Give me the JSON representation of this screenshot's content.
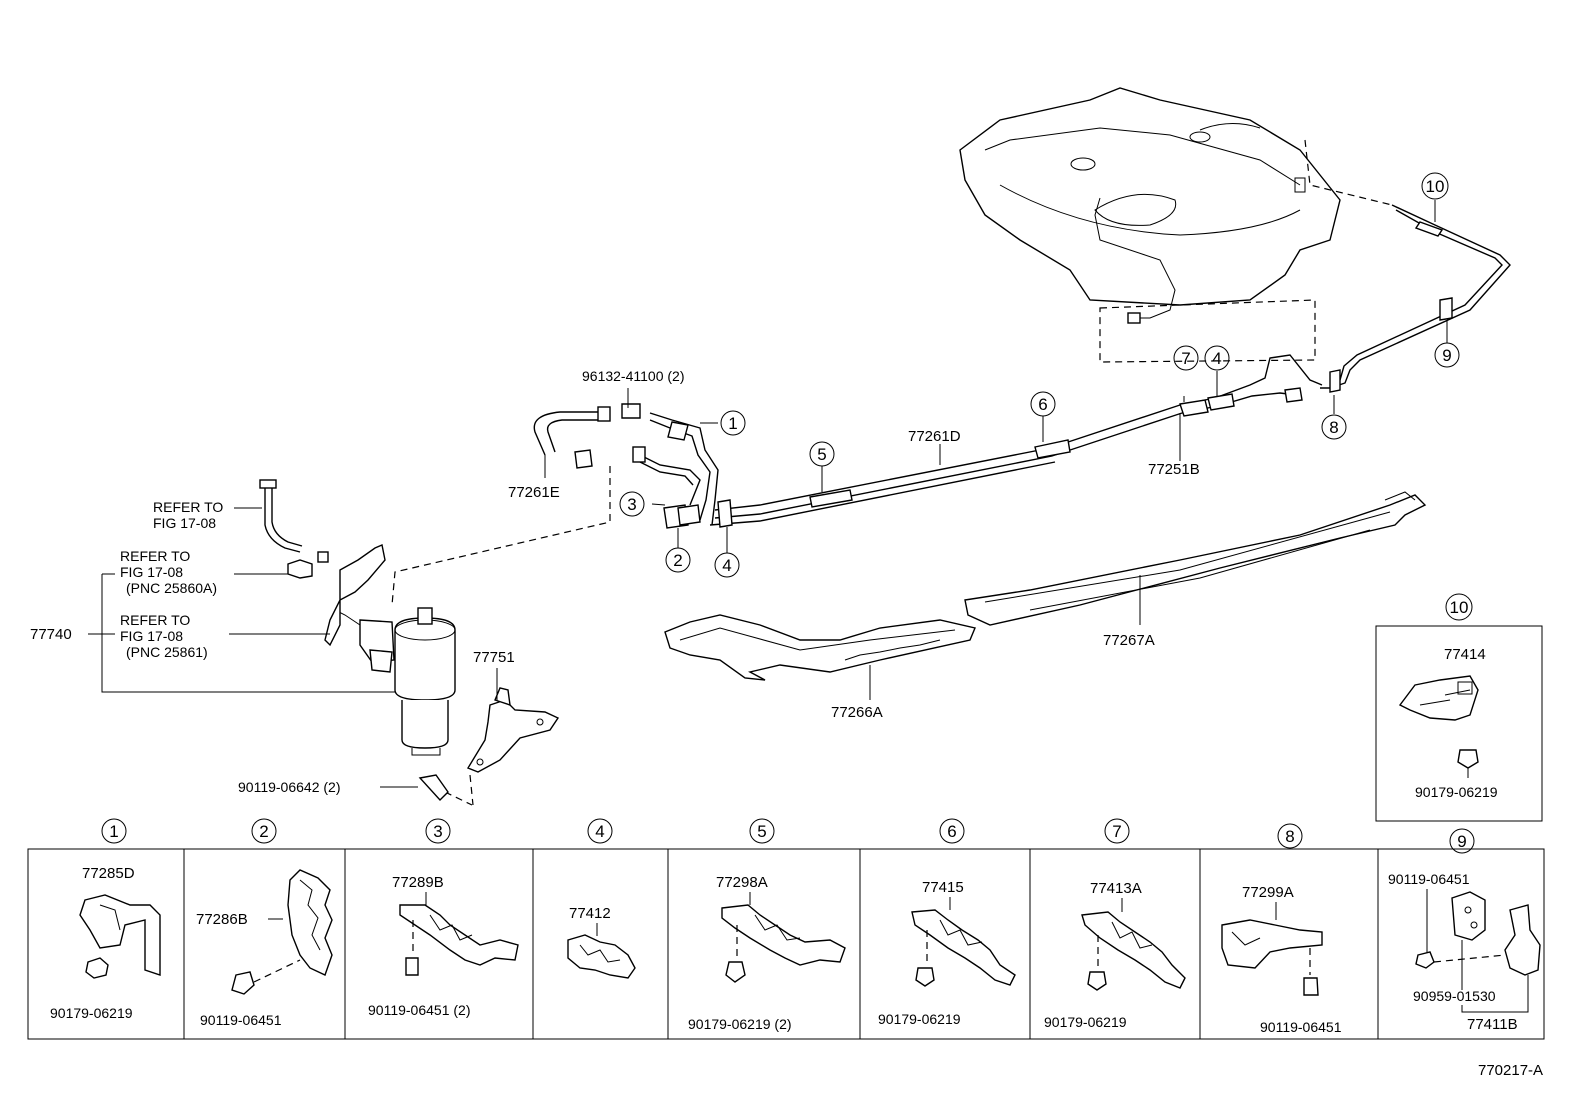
{
  "diagram_id": "770217-A",
  "callouts": {
    "c1": "1",
    "c2": "2",
    "c3": "3",
    "c4": "4",
    "c5": "5",
    "c6": "6",
    "c7": "7",
    "c8": "8",
    "c9": "9",
    "c10": "10"
  },
  "main_parts": {
    "clip_96132": "96132-41100 (2)",
    "hose_77261E": "77261E",
    "tube_77261D": "77261D",
    "tube_77251B": "77251B",
    "protector_77267A": "77267A",
    "protector_77266A": "77266A",
    "bracket_77751": "77751",
    "canister_77740": "77740",
    "bolt_90119_06642": "90119-06642 (2)"
  },
  "refer_notes": {
    "hose_ref": [
      "REFER TO",
      "FIG 17-08"
    ],
    "vsv_ref": [
      "REFER TO",
      "FIG 17-08",
      "(PNC 25860A)"
    ],
    "valve_ref": [
      "REFER TO",
      "FIG 17-08",
      "(PNC 25861)"
    ]
  },
  "inset_10": {
    "callout": "10",
    "part": "77414",
    "nut": "90179-06219"
  },
  "detail_boxes": [
    {
      "callout": "1",
      "part": "77285D",
      "fastener": "90179-06219"
    },
    {
      "callout": "2",
      "part": "77286B",
      "fastener": "90119-06451"
    },
    {
      "callout": "3",
      "part": "77289B",
      "fastener": "90119-06451 (2)"
    },
    {
      "callout": "4",
      "part": "77412",
      "fastener": ""
    },
    {
      "callout": "5",
      "part": "77298A",
      "fastener": "90179-06219 (2)"
    },
    {
      "callout": "6",
      "part": "77415",
      "fastener": "90179-06219"
    },
    {
      "callout": "7",
      "part": "77413A",
      "fastener": "90179-06219"
    },
    {
      "callout": "8",
      "part": "77299A",
      "fastener": "90119-06451"
    },
    {
      "callout": "9",
      "part": "77411B",
      "fastener": "90119-06451",
      "fastener2": "90959-01530"
    }
  ]
}
